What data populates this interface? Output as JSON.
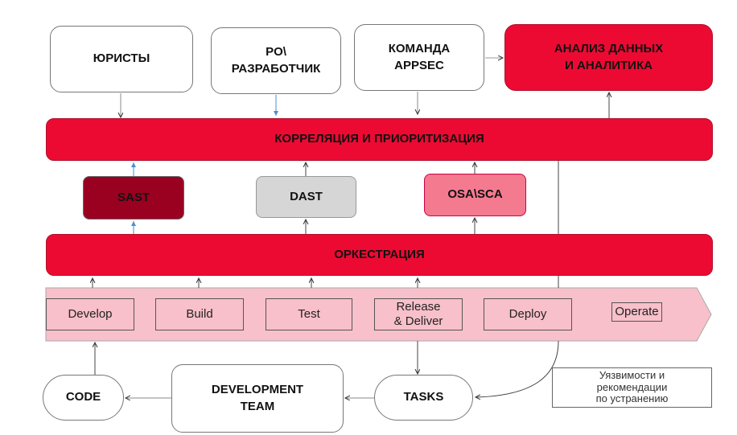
{
  "top_boxes": {
    "lawyers": "ЮРИСТЫ",
    "po_dev": "PO\\\nРАЗРАБОТЧИК",
    "appsec": "КОМАНДА\nAPPSEC",
    "analytics": "АНАЛИЗ ДАННЫХ\nИ АНАЛИТИКА"
  },
  "correlation": "КОРРЕЛЯЦИЯ И ПРИОРИТИЗАЦИЯ",
  "tools": {
    "sast": "SAST",
    "dast": "DAST",
    "osa": "OSA\\SCA"
  },
  "orchestration": "ОРКЕСТРАЦИЯ",
  "pipeline": [
    "Develop",
    "Build",
    "Test",
    "Release\n& Deliver",
    "Deploy",
    "Operate"
  ],
  "bottom": {
    "code": "CODE",
    "dev_team": "DEVELOPMENT\nTEAM",
    "tasks": "TASKS",
    "note": "Уязвимости и\nрекомендации\nпо устранению"
  },
  "colors": {
    "red": "#ec0a33",
    "dark_red": "#9a0020",
    "grey": "#d6d6d6",
    "pink": "#f47a90",
    "pipeline": "#f8c0ca"
  }
}
